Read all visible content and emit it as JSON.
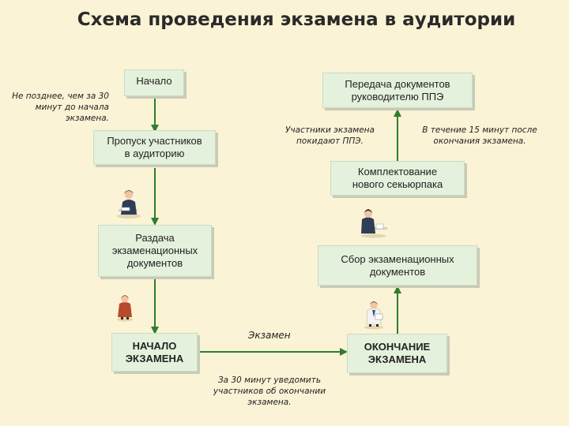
{
  "title": "Схема проведения экзамена в аудитории",
  "nodes": {
    "start": "Начало",
    "admit": "Пропуск участников\nв аудиторию",
    "distribute": "Раздача\nэкзаменационных\nдокументов",
    "exam_start": "НАЧАЛО\nЭКЗАМЕНА",
    "exam_end": "ОКОНЧАНИЕ\nЭКЗАМЕНА",
    "collect": "Сбор экзаменационных\nдокументов",
    "kit": "Комплектование\nнового секьюрпака",
    "transfer": "Передача документов\nруководителю ППЭ"
  },
  "notes": {
    "deadline": "Не позднее, чем за 30\nминут до начала\nэкзамена.",
    "leave": "Участники экзамена\nпокидают ППЭ.",
    "within15": "В течение 15 минут после\nокончания  экзамена.",
    "exam_label": "Экзамен",
    "notify": "За 30 минут уведомить\nучастников об окончании\nэкзамена."
  },
  "icons": [
    "woman-writing-icon",
    "woman-standing-icon",
    "man-seated-icon",
    "man-with-papers-icon"
  ]
}
